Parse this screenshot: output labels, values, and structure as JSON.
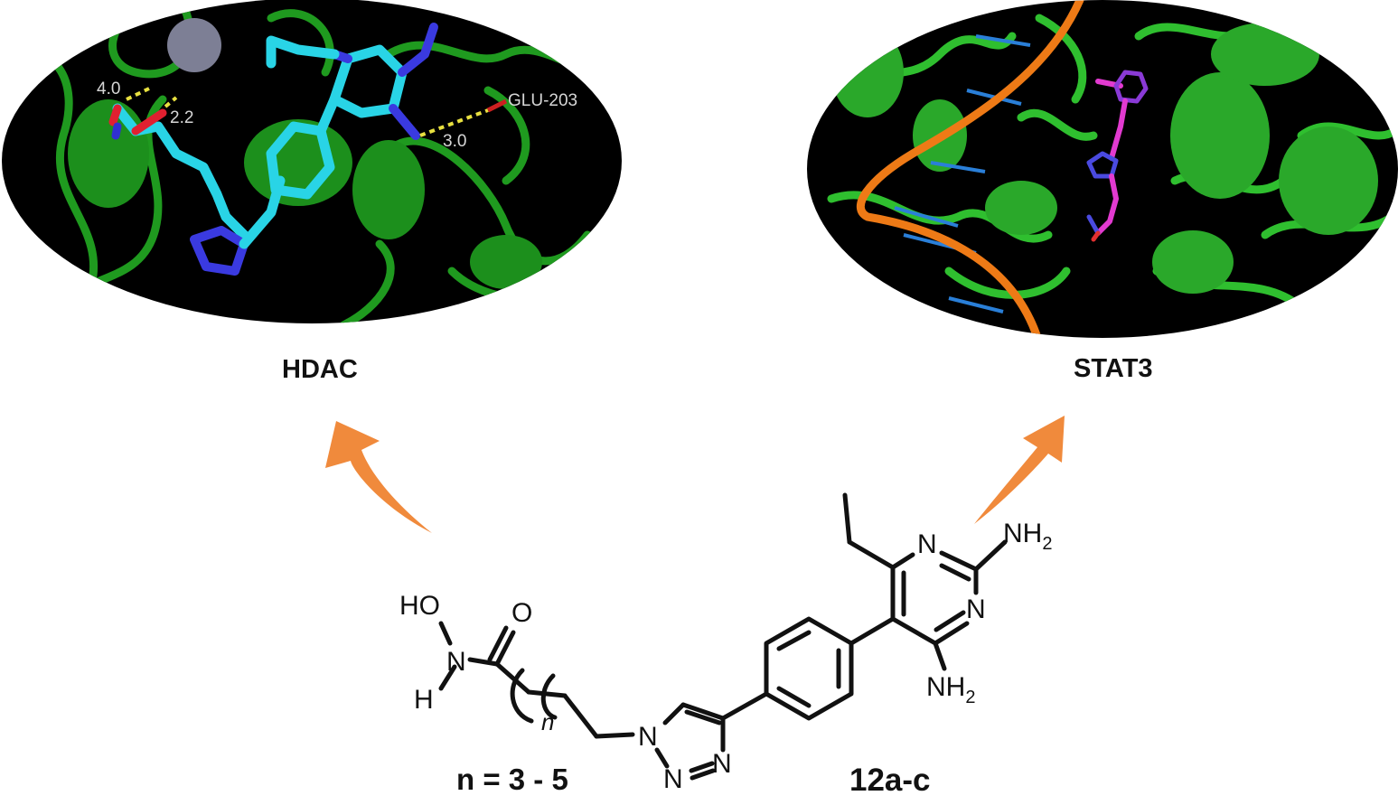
{
  "panels": {
    "left": {
      "target_label": "HDAC",
      "distances": [
        "4.0",
        "2.2",
        "3.0"
      ],
      "residue": "GLU-203"
    },
    "right": {
      "target_label": "STAT3"
    }
  },
  "molecule": {
    "compound_label": "12a-c",
    "repeat_label": "n = 3 - 5",
    "subscript_n": "n",
    "atoms": {
      "hydroxyl": "HO",
      "amide_n": "N",
      "amide_h": "H",
      "carbonyl_o": "O",
      "triazole_n1": "N",
      "triazole_n2": "N",
      "triazole_n3": "N",
      "pyr_n_top": "N",
      "pyr_n_right": "N",
      "nh2": "NH",
      "nh2_sub": "2"
    }
  },
  "colors": {
    "arrow": "#f08a3c",
    "protein": "#2fbf2f",
    "ligand_left": "#29d4e6",
    "ligand_right": "#e23ad0",
    "dna": "#ee7a16",
    "hbond": "#e8e040",
    "panel_bg": "#000000"
  }
}
